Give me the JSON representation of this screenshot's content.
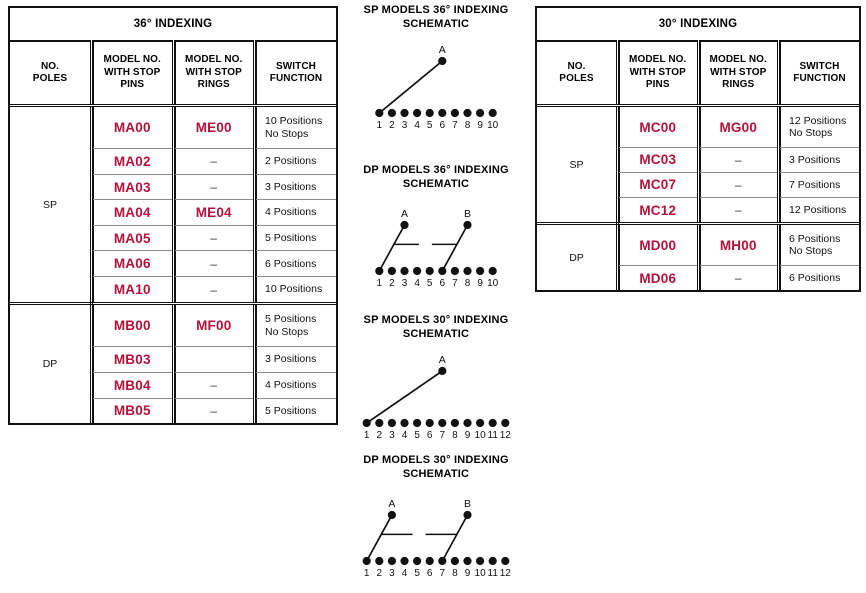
{
  "tables": [
    {
      "id": "table-36",
      "title": "36° INDEXING",
      "columns": [
        "NO.\nPOLES",
        "MODEL NO.\nWITH STOP\nPINS",
        "MODEL NO.\nWITH STOP\nRINGS",
        "SWITCH\nFUNCTION"
      ],
      "col_poles_l1": "NO.",
      "col_poles_l2": "POLES",
      "col_pins_l1": "MODEL NO.",
      "col_pins_l2": "WITH STOP",
      "col_pins_l3": "PINS",
      "col_rings_l1": "MODEL NO.",
      "col_rings_l2": "WITH STOP",
      "col_rings_l3": "RINGS",
      "col_func_l1": "SWITCH",
      "col_func_l2": "FUNCTION",
      "groups": [
        {
          "poles": "SP",
          "rows": [
            {
              "pins": "MA00",
              "rings": "ME00",
              "function_l1": "10 Positions",
              "function_l2": "No Stops"
            },
            {
              "pins": "MA02",
              "rings": "–",
              "function_l1": "2 Positions",
              "function_l2": ""
            },
            {
              "pins": "MA03",
              "rings": "–",
              "function_l1": "3 Positions",
              "function_l2": ""
            },
            {
              "pins": "MA04",
              "rings": "ME04",
              "function_l1": "4 Positions",
              "function_l2": ""
            },
            {
              "pins": "MA05",
              "rings": "–",
              "function_l1": "5 Positions",
              "function_l2": ""
            },
            {
              "pins": "MA06",
              "rings": "–",
              "function_l1": "6 Positions",
              "function_l2": ""
            },
            {
              "pins": "MA10",
              "rings": "–",
              "function_l1": "10 Positions",
              "function_l2": ""
            }
          ]
        },
        {
          "poles": "DP",
          "rows": [
            {
              "pins": "MB00",
              "rings": "MF00",
              "function_l1": "5 Positions",
              "function_l2": "No Stops"
            },
            {
              "pins": "MB03",
              "rings": "",
              "function_l1": "3 Positions",
              "function_l2": ""
            },
            {
              "pins": "MB04",
              "rings": "–",
              "function_l1": "4 Positions",
              "function_l2": ""
            },
            {
              "pins": "MB05",
              "rings": "–",
              "function_l1": "5 Positions",
              "function_l2": ""
            }
          ]
        }
      ]
    },
    {
      "id": "table-30",
      "title": "30° INDEXING",
      "col_poles_l1": "NO.",
      "col_poles_l2": "POLES",
      "col_pins_l1": "MODEL NO.",
      "col_pins_l2": "WITH STOP",
      "col_pins_l3": "PINS",
      "col_rings_l1": "MODEL NO.",
      "col_rings_l2": "WITH STOP",
      "col_rings_l3": "RINGS",
      "col_func_l1": "SWITCH",
      "col_func_l2": "FUNCTION",
      "groups": [
        {
          "poles": "SP",
          "rows": [
            {
              "pins": "MC00",
              "rings": "MG00",
              "function_l1": "12 Positions",
              "function_l2": "No Stops"
            },
            {
              "pins": "MC03",
              "rings": "–",
              "function_l1": "3 Positions",
              "function_l2": ""
            },
            {
              "pins": "MC07",
              "rings": "–",
              "function_l1": "7 Positions",
              "function_l2": ""
            },
            {
              "pins": "MC12",
              "rings": "–",
              "function_l1": "12 Positions",
              "function_l2": ""
            }
          ]
        },
        {
          "poles": "DP",
          "rows": [
            {
              "pins": "MD00",
              "rings": "MH00",
              "function_l1": "6 Positions",
              "function_l2": "No Stops"
            },
            {
              "pins": "MD06",
              "rings": "–",
              "function_l1": "6 Positions",
              "function_l2": ""
            }
          ]
        }
      ]
    }
  ],
  "schematics": [
    {
      "id": "schem-sp36",
      "title_l1": "SP MODELS 36°  INDEXING",
      "title_l2": "SCHEMATIC",
      "poles": "SP",
      "terminal_count": 10,
      "terminal_labels": [
        "1",
        "2",
        "3",
        "4",
        "5",
        "6",
        "7",
        "8",
        "9",
        "10"
      ],
      "wipers": [
        {
          "label": "A",
          "above_terminal": 6,
          "connects_to_terminal": 1
        }
      ],
      "ganging_link": false
    },
    {
      "id": "schem-dp36",
      "title_l1": "DP MODELS 36° INDEXING",
      "title_l2": "SCHEMATIC",
      "poles": "DP",
      "terminal_count": 10,
      "terminal_labels": [
        "1",
        "2",
        "3",
        "4",
        "5",
        "6",
        "7",
        "8",
        "9",
        "10"
      ],
      "wipers": [
        {
          "label": "A",
          "above_terminal": 3,
          "connects_to_terminal": 1
        },
        {
          "label": "B",
          "above_terminal": 8,
          "connects_to_terminal": 6
        }
      ],
      "ganging_link": true
    },
    {
      "id": "schem-sp30",
      "title_l1": "SP MODELS 30°  INDEXING",
      "title_l2": "SCHEMATIC",
      "poles": "SP",
      "terminal_count": 12,
      "terminal_labels": [
        "1",
        "2",
        "3",
        "4",
        "5",
        "6",
        "7",
        "8",
        "9",
        "10",
        "11",
        "12"
      ],
      "wipers": [
        {
          "label": "A",
          "above_terminal": 7,
          "connects_to_terminal": 1
        }
      ],
      "ganging_link": false
    },
    {
      "id": "schem-dp30",
      "title_l1": "DP MODELS 30° INDEXING",
      "title_l2": "SCHEMATIC",
      "poles": "DP",
      "terminal_count": 12,
      "terminal_labels": [
        "1",
        "2",
        "3",
        "4",
        "5",
        "6",
        "7",
        "8",
        "9",
        "10",
        "11",
        "12"
      ],
      "wipers": [
        {
          "label": "A",
          "above_terminal": 3,
          "connects_to_terminal": 1
        },
        {
          "label": "B",
          "above_terminal": 9,
          "connects_to_terminal": 7
        }
      ],
      "ganging_link": true
    }
  ],
  "colors": {
    "model_red": "#B4123A",
    "rule": "#111111",
    "row_rule": "#8b8b8b"
  }
}
